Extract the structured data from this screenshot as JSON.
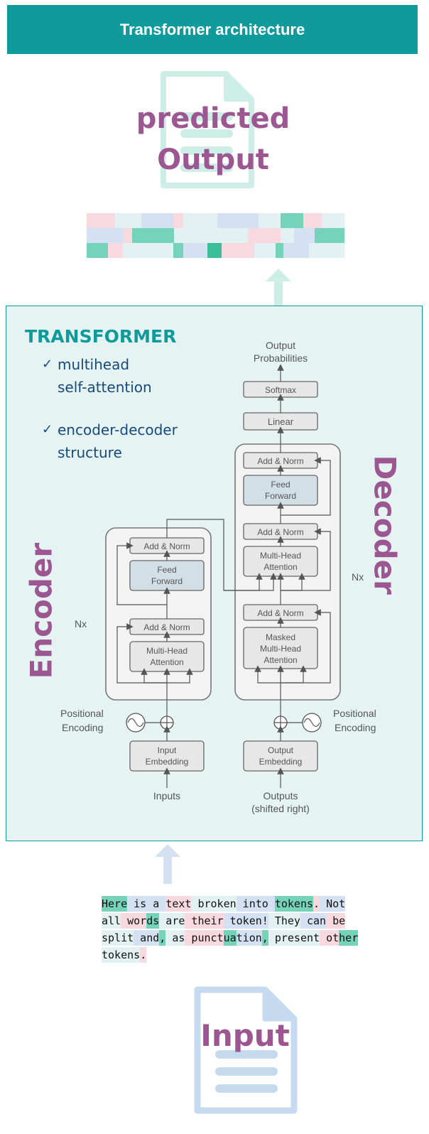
{
  "header": {
    "title": "Transformer architecture"
  },
  "output": {
    "line1": "predicted",
    "line2": "Output"
  },
  "transformer": {
    "title": "TRANSFORMER",
    "features": [
      {
        "line1": "multihead",
        "line2": "self-attention"
      },
      {
        "line1": "encoder-decoder",
        "line2": "structure"
      }
    ],
    "encoder_label": "Encoder",
    "decoder_label": "Decoder"
  },
  "diagram": {
    "output_probabilities_1": "Output",
    "output_probabilities_2": "Probabilities",
    "softmax": "Softmax",
    "linear": "Linear",
    "add_norm": "Add & Norm",
    "feed_forward_1": "Feed",
    "feed_forward_2": "Forward",
    "multi_head_1": "Multi-Head",
    "multi_head_2": "Attention",
    "masked_1": "Masked",
    "masked_2": "Multi-Head",
    "masked_3": "Attention",
    "nx": "Nx",
    "pos_enc_1": "Positional",
    "pos_enc_2": "Encoding",
    "input_embedding_1": "Input",
    "input_embedding_2": "Embedding",
    "output_embedding_1": "Output",
    "output_embedding_2": "Embedding",
    "inputs": "Inputs",
    "outputs_1": "Outputs",
    "outputs_2": "(shifted right)"
  },
  "input_tokens": [
    {
      "t": "Here",
      "c": "teal"
    },
    {
      "t": " is a ",
      "c": "lightblue"
    },
    {
      "t": "text",
      "c": "pink"
    },
    {
      "t": " broken",
      "c": "pale"
    },
    {
      "t": " into ",
      "c": "lightblue"
    },
    {
      "t": "tokens",
      "c": "teal"
    },
    {
      "t": ".",
      "c": "pink"
    },
    {
      "t": " Not",
      "c": "lightblue"
    },
    {
      "t": "\n",
      "c": "none"
    },
    {
      "t": "all",
      "c": "pale"
    },
    {
      "t": " wor",
      "c": "pink"
    },
    {
      "t": "ds",
      "c": "teal"
    },
    {
      "t": " are",
      "c": "pale"
    },
    {
      "t": " their",
      "c": "pink"
    },
    {
      "t": " token!",
      "c": "lightblue"
    },
    {
      "t": " They",
      "c": "pale"
    },
    {
      "t": " can",
      "c": "lightblue"
    },
    {
      "t": " be",
      "c": "pink"
    },
    {
      "t": "\n",
      "c": "none"
    },
    {
      "t": "split",
      "c": "pale"
    },
    {
      "t": " and",
      "c": "lightblue"
    },
    {
      "t": ",",
      "c": "teal"
    },
    {
      "t": " as",
      "c": "pale"
    },
    {
      "t": " punct",
      "c": "pink"
    },
    {
      "t": "ua",
      "c": "teal"
    },
    {
      "t": "tion",
      "c": "lightblue"
    },
    {
      "t": ",",
      "c": "teal"
    },
    {
      "t": " present",
      "c": "pale"
    },
    {
      "t": " ot",
      "c": "pink"
    },
    {
      "t": "her",
      "c": "teal"
    },
    {
      "t": "\n",
      "c": "none"
    },
    {
      "t": "tokens",
      "c": "pale"
    },
    {
      "t": ".",
      "c": "pink"
    }
  ],
  "input": {
    "title": "Input"
  },
  "colors": {
    "teal": "#74d3b8",
    "pink": "#f8d9df",
    "lightblue": "#d3e1f3",
    "pale": "#e4f1f3",
    "dark_teal": "#3bbf99",
    "header": "#0f9b9b",
    "purple": "#9c5691"
  },
  "output_token_rows": [
    [
      "pink",
      "pale",
      "lightblue",
      "pink",
      "pale",
      "lightblue",
      "pale",
      "teal",
      "pink",
      "pale"
    ],
    [
      "lightblue",
      "pink",
      "teal",
      "pale",
      "pale",
      "pink",
      "pale",
      "lightblue",
      "teal"
    ],
    [
      "teal",
      "pink",
      "pale",
      "teal",
      "lightblue",
      "dark_teal",
      "pink",
      "pale",
      "teal",
      "lightblue",
      "pale"
    ]
  ]
}
